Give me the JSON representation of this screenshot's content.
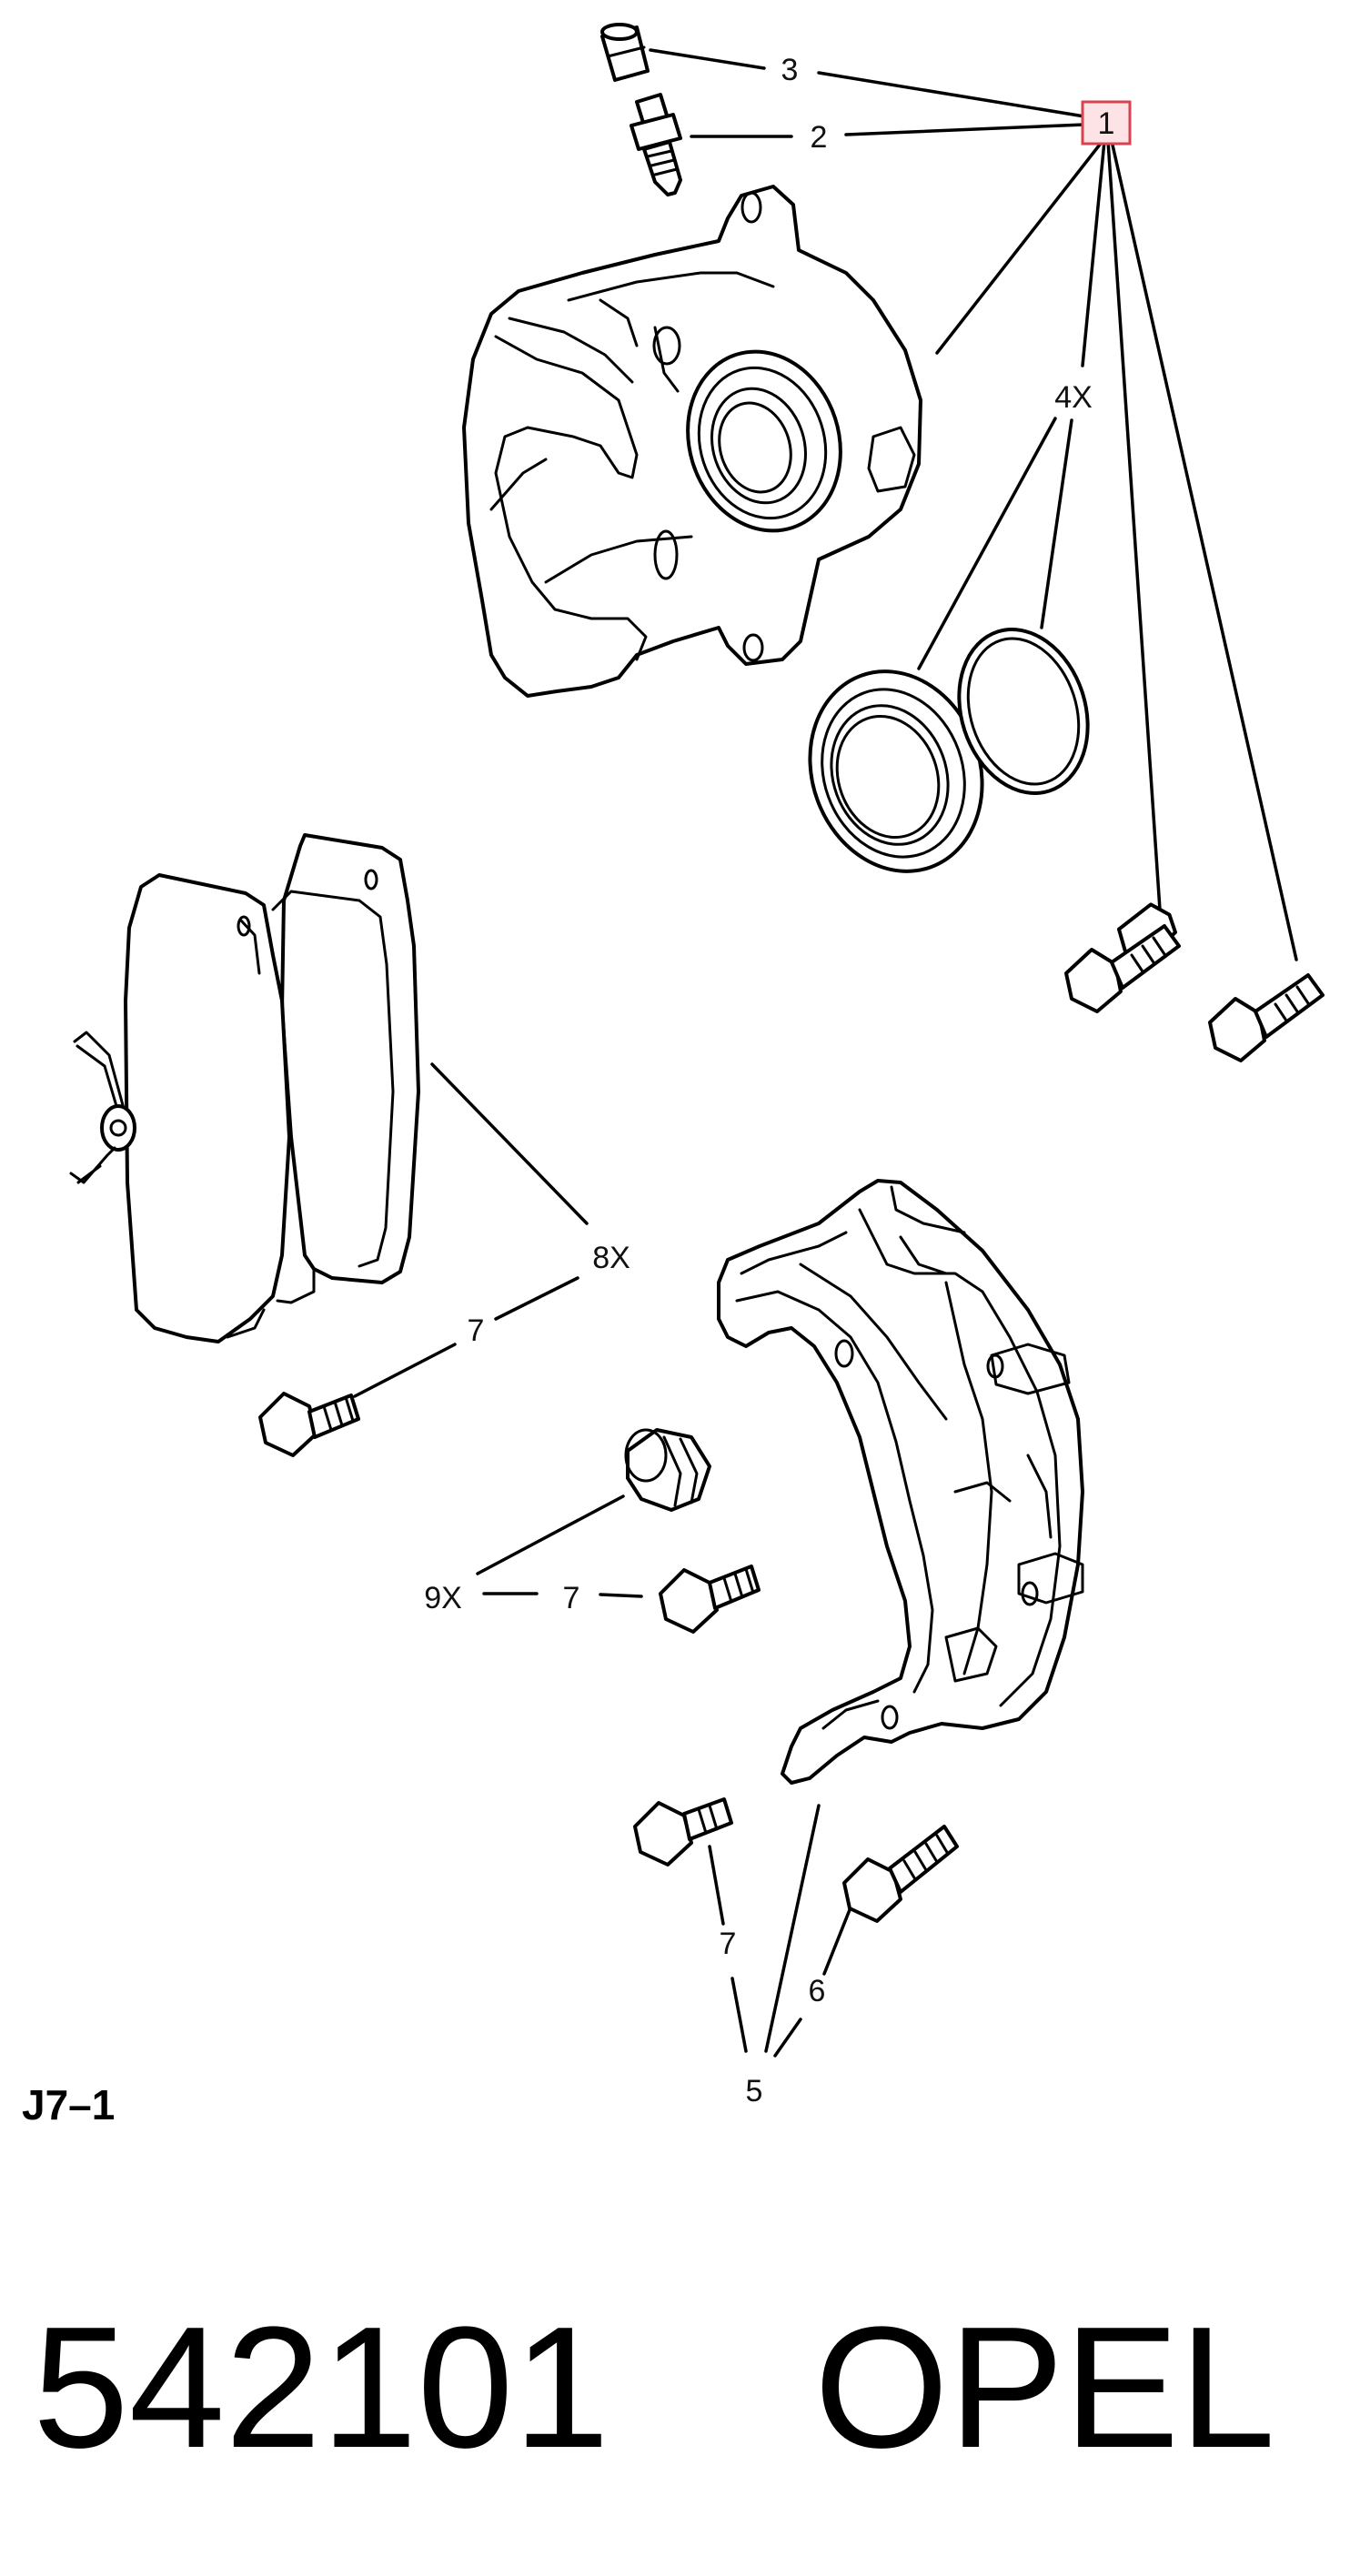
{
  "diagram": {
    "reference_code": "J7–1",
    "callouts": {
      "c1": "1",
      "c2": "2",
      "c3": "3",
      "c4x": "4X",
      "c5": "5",
      "c6": "6",
      "c7a": "7",
      "c7b": "7",
      "c7c": "7",
      "c8x": "8X",
      "c9x": "9X"
    },
    "highlight_color": "#d9434f"
  },
  "footer": {
    "part_number": "542101",
    "brand": "OPEL"
  }
}
